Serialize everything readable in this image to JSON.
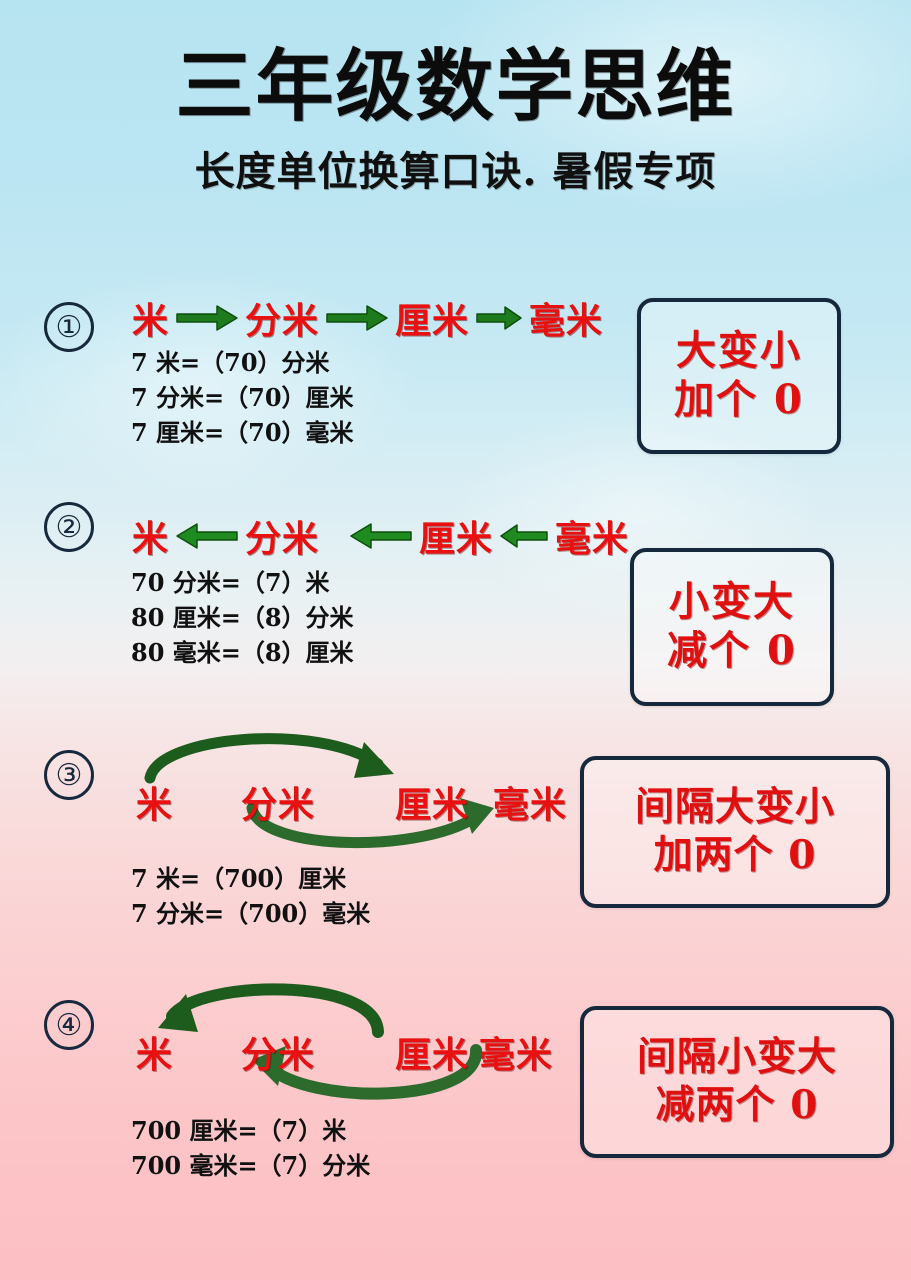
{
  "header": {
    "title": "三年级数学思维",
    "subtitle": "长度单位换算口诀. 暑假专项"
  },
  "colors": {
    "unit_red": "#e81010",
    "rule_red": "#e01010",
    "arrow_green": "#1d5c1d",
    "arrow_green_light": "#2b8a2b",
    "box_border": "#16283c",
    "circle_border": "#17293d",
    "bg_top": "#b7e4f1",
    "bg_bottom": "#fcc0c4"
  },
  "units": {
    "m": "米",
    "dm": "分米",
    "cm": "厘米",
    "mm": "毫米"
  },
  "sections": [
    {
      "number": "①",
      "direction": "right",
      "chain": [
        "米",
        "分米",
        "厘米",
        "毫米"
      ],
      "equations": [
        "7 米=（70）分米",
        "7 分米=（70）厘米",
        "7 厘米=（70）毫米"
      ],
      "rule": {
        "line1": "大变小",
        "line2": "加个 0"
      }
    },
    {
      "number": "②",
      "direction": "left",
      "chain": [
        "米",
        "分米",
        "厘米",
        "毫米"
      ],
      "equations": [
        "70 分米=（7）米",
        "80 厘米=（8）分米",
        "80 毫米=（8）厘米"
      ],
      "rule": {
        "line1": "小变大",
        "line2": "减个 0"
      }
    },
    {
      "number": "③",
      "direction": "skip-right",
      "chain": [
        "米",
        "分米",
        "厘米",
        "毫米"
      ],
      "arcs": [
        {
          "from": "米",
          "to": "厘米",
          "position": "top",
          "points": "right"
        },
        {
          "from": "分米",
          "to": "毫米",
          "position": "bottom",
          "points": "right"
        }
      ],
      "equations": [
        "7 米=（700）厘米",
        "7 分米=（700）毫米"
      ],
      "rule": {
        "line1": "间隔大变小",
        "line2": "加两个 0"
      }
    },
    {
      "number": "④",
      "direction": "skip-left",
      "chain": [
        "米",
        "分米",
        "厘米",
        "毫米"
      ],
      "arcs": [
        {
          "from": "厘米",
          "to": "米",
          "position": "top",
          "points": "left"
        },
        {
          "from": "毫米",
          "to": "分米",
          "position": "bottom",
          "points": "left"
        }
      ],
      "equations": [
        "700 厘米=（7）米",
        "700 毫米=（7）分米"
      ],
      "rule": {
        "line1": "间隔小变大",
        "line2": "减两个 0"
      }
    }
  ]
}
